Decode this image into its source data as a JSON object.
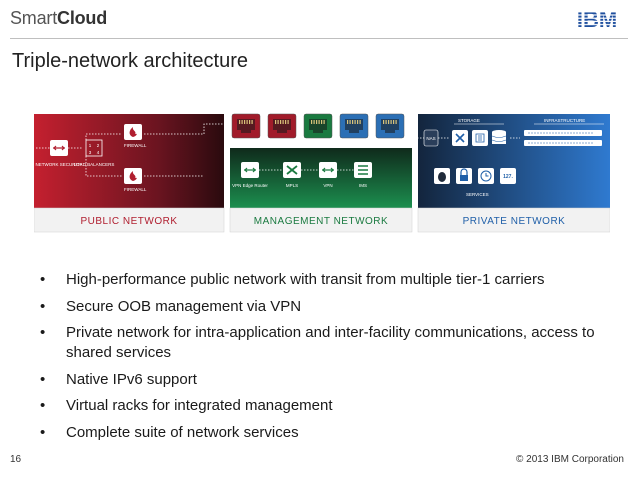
{
  "header": {
    "brand_prefix": "Smart",
    "brand_suffix": "Cloud",
    "logo": "IBM",
    "title": "Triple-network architecture"
  },
  "diagram": {
    "public": {
      "label": "PUBLIC NETWORK",
      "network_security": "NETWORK SECURITY",
      "load_balancer": "LOAD BALANCERS",
      "firewall_top": "FIREWALL",
      "firewall_bottom": "FIREWALL",
      "lb_grid": [
        "1",
        "2",
        "3",
        "4"
      ],
      "color": "#b01e2f"
    },
    "management": {
      "label": "MANAGEMENT NETWORK",
      "vpn_edge": "VPN Edge Router",
      "mpls": "MPLS",
      "vpn": "VPN",
      "ims": "IMS",
      "color": "#1a8a4a"
    },
    "private": {
      "label": "PRIVATE NETWORK",
      "storage": "STORAGE",
      "infrastructure": "INFRASTRUCTURE",
      "services": "SERVICES",
      "localhost": "127.",
      "nas": "NAS",
      "color": "#1f5fa8"
    },
    "port_colors": [
      "#a11b2a",
      "#a11b2a",
      "#1a7a40",
      "#2b6fb5",
      "#2b6fb5"
    ]
  },
  "bullets": [
    {
      "text": "High-performance public network with transit from multiple tier-1 carriers"
    },
    {
      "text": "Secure OOB management via VPN"
    },
    {
      "text": "Private network for intra-application and inter-facility communications, access to shared services"
    },
    {
      "text": "Native IPv6 support"
    },
    {
      "text": "Virtual racks for integrated management"
    },
    {
      "text": "Complete suite of network services"
    }
  ],
  "bullet_char": "•",
  "footer": {
    "page": "16",
    "copyright": "© 2013 IBM Corporation"
  }
}
